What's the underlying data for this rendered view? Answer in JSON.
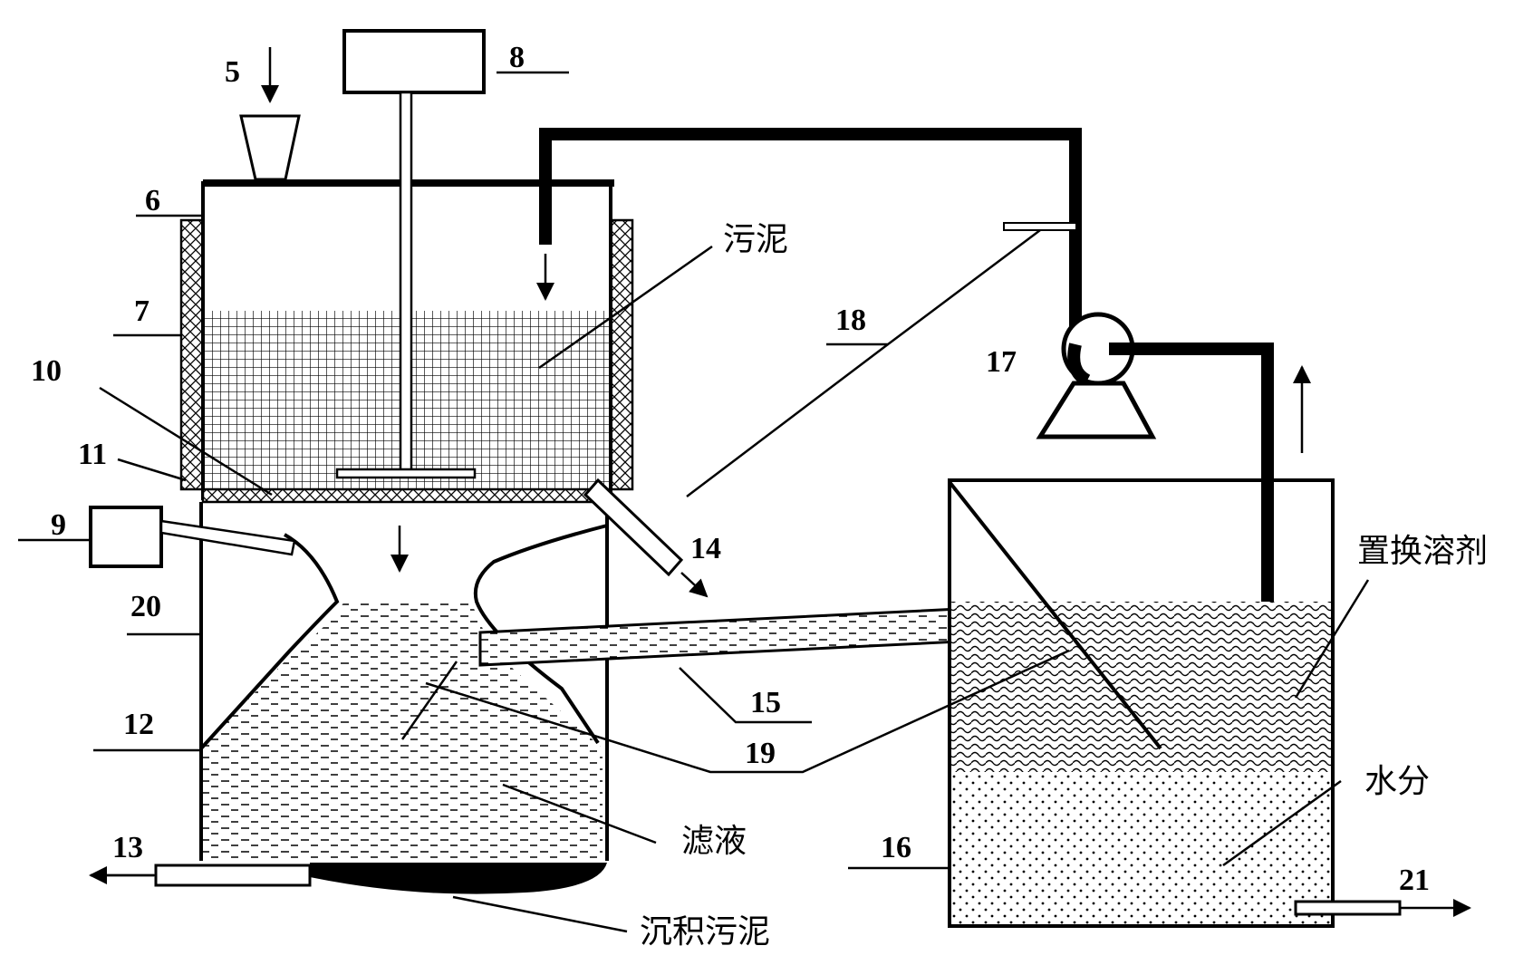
{
  "labels": {
    "n5": "5",
    "n6": "6",
    "n7": "7",
    "n8": "8",
    "n9": "9",
    "n10": "10",
    "n11": "11",
    "n12": "12",
    "n13": "13",
    "n14": "14",
    "n15": "15",
    "n16": "16",
    "n17": "17",
    "n18": "18",
    "n19": "19",
    "n20": "20",
    "n21": "21"
  },
  "text": {
    "sludge": "污泥",
    "filtrate": "滤液",
    "sediment": "沉积污泥",
    "solvent": "置换溶剂",
    "water": "水分"
  }
}
